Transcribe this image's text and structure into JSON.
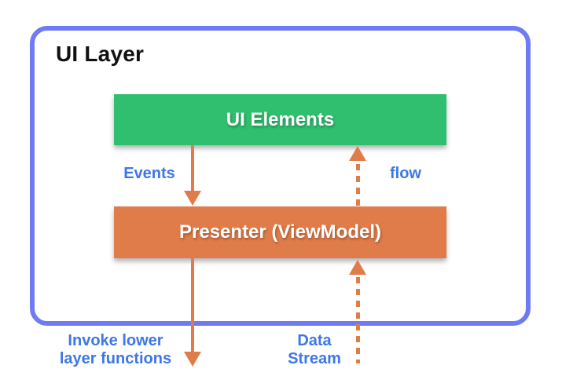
{
  "diagram": {
    "title": "UI Layer",
    "boxes": {
      "ui_elements": {
        "label": "UI Elements",
        "color": "#30BF6F"
      },
      "presenter": {
        "label": "Presenter (ViewModel)",
        "color": "#E07C4A"
      }
    },
    "arrows": {
      "events": {
        "label": "Events",
        "style": "solid",
        "direction": "down",
        "from": "ui_elements",
        "to": "presenter"
      },
      "flow": {
        "label": "flow",
        "style": "dashed",
        "direction": "up",
        "from": "presenter",
        "to": "ui_elements"
      },
      "invoke": {
        "lines": [
          "Invoke lower",
          "layer functions"
        ],
        "style": "solid",
        "direction": "down",
        "from": "presenter",
        "to": "outside"
      },
      "data_stream": {
        "lines": [
          "Data",
          "Stream"
        ],
        "style": "dashed",
        "direction": "up",
        "from": "outside",
        "to": "presenter"
      }
    },
    "colors": {
      "layer_border": "#6E7BF2",
      "box_green": "#30BF6F",
      "box_orange": "#E07C4A",
      "arrow_orange": "#E07C4A",
      "label_blue": "#3D76E8",
      "title_text": "#111111",
      "box_label_text": "#FFFFFF"
    }
  }
}
